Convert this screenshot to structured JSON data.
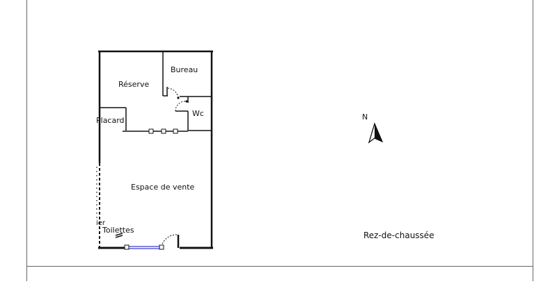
{
  "plan": {
    "rooms": {
      "reserve": "Réserve",
      "bureau": "Bureau",
      "wc": "Wc",
      "placard": "Placard",
      "espace_vente": "Espace de vente",
      "toilettes": "Toilettes",
      "escalier_partial": "ier"
    },
    "north_label": "N",
    "level_label": "Rez-de-chaussée"
  },
  "colors": {
    "line": "#111111",
    "frame": "#666666",
    "window": "#3a3ad0"
  }
}
